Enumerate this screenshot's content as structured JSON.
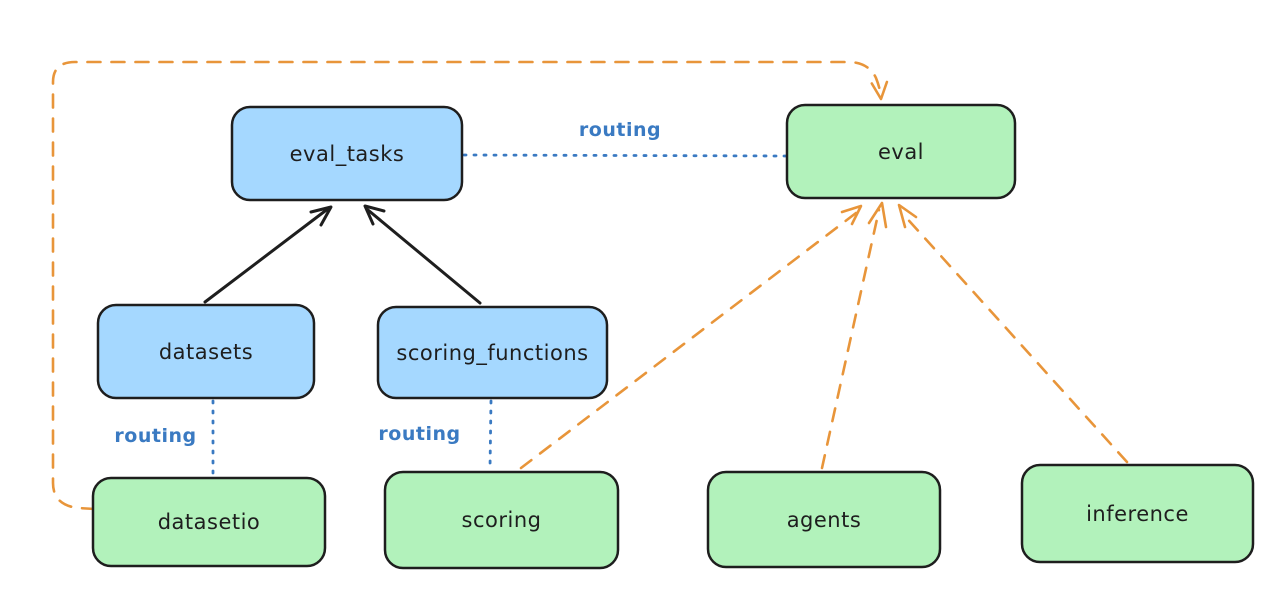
{
  "diagram": {
    "style": "excalidraw-hand-drawn",
    "background": "#ffffff",
    "colors": {
      "blue_node_fill": "#a5d8ff",
      "green_node_fill": "#b2f2bb",
      "node_stroke": "#1e1e1e",
      "black_edge": "#1e1e1e",
      "orange_edge": "#e8953a",
      "blue_edge_and_label": "#3a7ac2"
    },
    "nodes": [
      {
        "id": "eval_tasks",
        "label": "eval_tasks",
        "color": "blue"
      },
      {
        "id": "eval",
        "label": "eval",
        "color": "green"
      },
      {
        "id": "datasets",
        "label": "datasets",
        "color": "blue"
      },
      {
        "id": "scoring_functions",
        "label": "scoring_functions",
        "color": "blue"
      },
      {
        "id": "datasetio",
        "label": "datasetio",
        "color": "green"
      },
      {
        "id": "scoring",
        "label": "scoring",
        "color": "green"
      },
      {
        "id": "agents",
        "label": "agents",
        "color": "green"
      },
      {
        "id": "inference",
        "label": "inference",
        "color": "green"
      }
    ],
    "edges": [
      {
        "from": "eval_tasks",
        "to": "eval",
        "style": "dotted",
        "color": "blue",
        "label": "routing",
        "arrow": false
      },
      {
        "from": "datasets",
        "to": "eval_tasks",
        "style": "solid",
        "color": "black",
        "label": "",
        "arrow": true
      },
      {
        "from": "scoring_functions",
        "to": "eval_tasks",
        "style": "solid",
        "color": "black",
        "label": "",
        "arrow": true
      },
      {
        "from": "datasets",
        "to": "datasetio",
        "style": "dotted",
        "color": "blue",
        "label": "routing",
        "arrow": false
      },
      {
        "from": "scoring_functions",
        "to": "scoring",
        "style": "dotted",
        "color": "blue",
        "label": "routing",
        "arrow": false
      },
      {
        "from": "scoring",
        "to": "eval",
        "style": "dashed",
        "color": "orange",
        "label": "",
        "arrow": true
      },
      {
        "from": "agents",
        "to": "eval",
        "style": "dashed",
        "color": "orange",
        "label": "",
        "arrow": true
      },
      {
        "from": "inference",
        "to": "eval",
        "style": "dashed",
        "color": "orange",
        "label": "",
        "arrow": true
      },
      {
        "from": "datasetio",
        "to": "eval",
        "style": "dashed",
        "color": "orange",
        "label": "",
        "arrow": true,
        "route": "around-left-and-top"
      }
    ]
  }
}
